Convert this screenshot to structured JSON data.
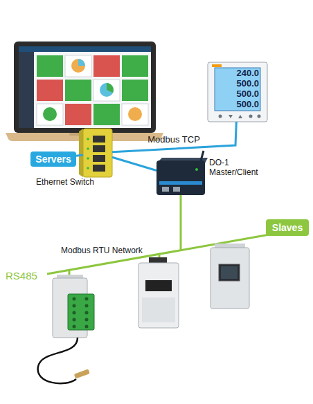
{
  "diagram": {
    "nodes": [
      {
        "text": [
          "240.0",
          "500.0",
          "500.0",
          "500.0"
        ]
      },
      {
        "text": [
          "Ethernet Switch"
        ]
      },
      {
        "text": [
          "Servers"
        ]
      },
      {
        "text": [
          "DO-1 Master/Client"
        ]
      },
      {
        "text": [
          "Slaves"
        ]
      }
    ],
    "edges": [
      {
        "from": 2,
        "to": 1,
        "arrow": "none"
      },
      {
        "from": 1,
        "to": 0,
        "arrow": "none",
        "label": "Modbus TCP"
      },
      {
        "from": 1,
        "to": 3,
        "arrow": "none"
      }
    ],
    "labels": [
      "Modbus RTU Network",
      "RS485"
    ]
  }
}
